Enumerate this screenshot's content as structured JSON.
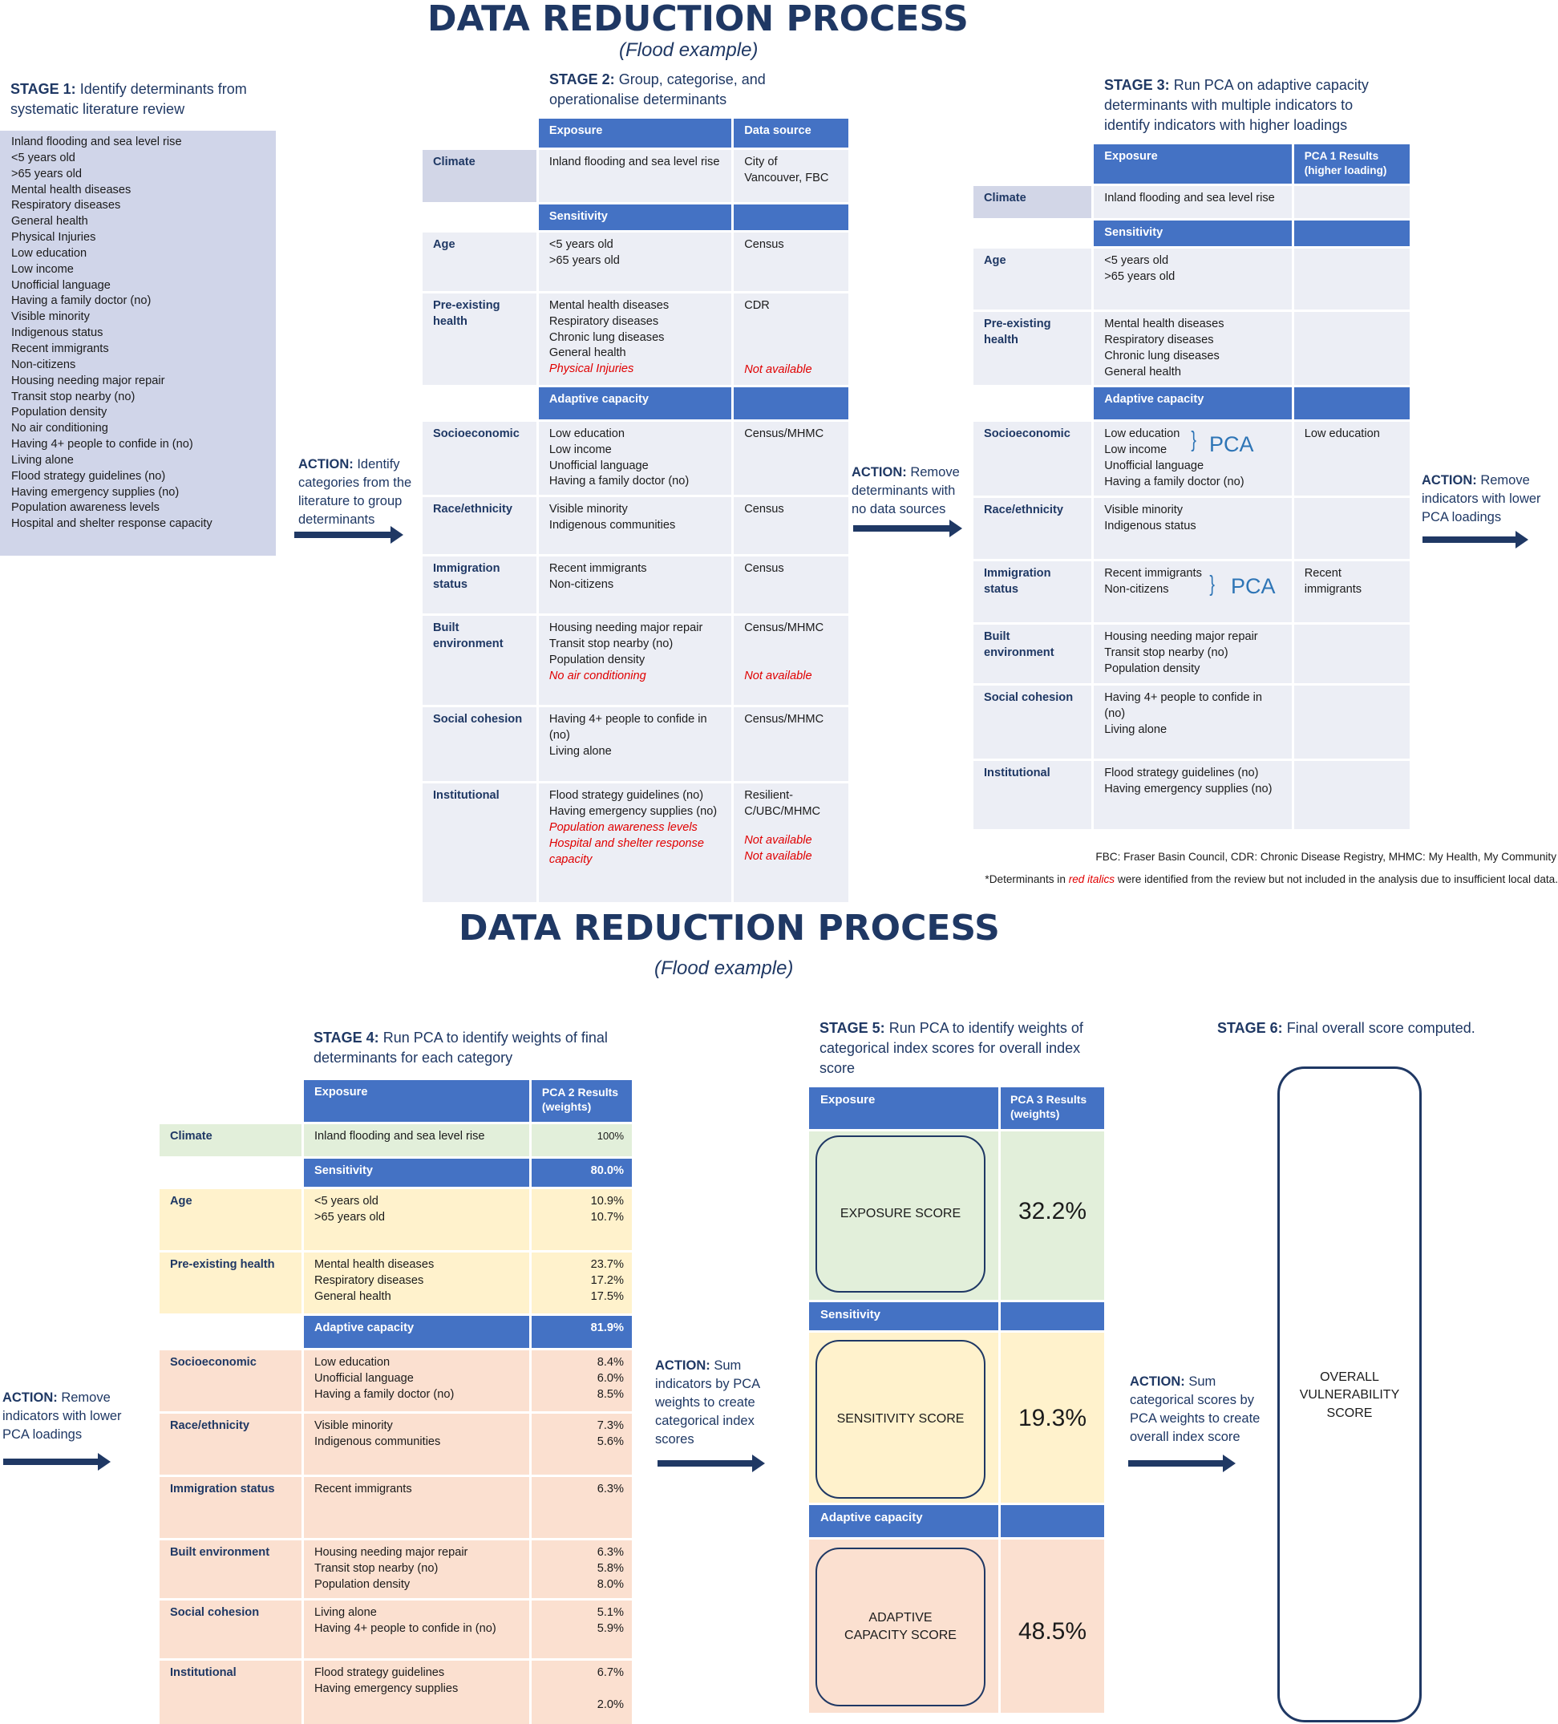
{
  "top": {
    "title": "DATA REDUCTION PROCESS",
    "subtitle": "(Flood example)",
    "stage1": {
      "label": "STAGE 1:",
      "text": "Identify determinants from systematic literature review"
    },
    "stage1_list": [
      "Inland flooding and sea level rise",
      "<5 years old",
      ">65 years old",
      "Mental health diseases",
      "Respiratory diseases",
      "General health",
      "Physical Injuries",
      "Low education",
      "Low income",
      "Unofficial language",
      "Having a family doctor (no)",
      "Visible minority",
      "Indigenous status",
      "Recent immigrants",
      "Non-citizens",
      "Housing needing major repair",
      "Transit stop nearby (no)",
      "Population density",
      "No air conditioning",
      "Having 4+ people to confide in (no)",
      "Living alone",
      "Flood strategy guidelines (no)",
      "Having emergency supplies (no)",
      "Population awareness levels",
      "Hospital and shelter response capacity"
    ],
    "action1": {
      "label": "ACTION:",
      "text": "Identify categories from the literature to group determinants"
    },
    "stage2": {
      "label": "STAGE 2:",
      "text": "Group, categorise, and operationalise determinants"
    },
    "action2": {
      "label": "ACTION:",
      "text": "Remove determinants with no data sources"
    },
    "stage3": {
      "label": "STAGE 3:",
      "text": "Run PCA on adaptive capacity determinants with multiple indicators to identify indicators with higher loadings"
    },
    "action3": {
      "label": "ACTION:",
      "text": "Remove indicators with lower PCA loadings"
    },
    "pca_label": "PCA",
    "footnote_abbrev": "FBC: Fraser Basin Council, CDR: Chronic Disease Registry, MHMC: My Health, My Community",
    "footnote_pre": "*Determinants in",
    "footnote_red": "red italics",
    "footnote_post": "were identified from the review but not included in the analysis due to insufficient local data."
  },
  "headers": {
    "exposure": "Exposure",
    "sensitivity": "Sensitivity",
    "adaptive": "Adaptive capacity",
    "data_source": "Data source",
    "pca1": "PCA 1 Results (higher loading)",
    "pca2": "PCA 2 Results (weights)",
    "pca3": "PCA 3 Results (weights)"
  },
  "categories": {
    "climate": "Climate",
    "age": "Age",
    "health": "Pre-existing health",
    "socio": "Socioeconomic",
    "race": "Race/ethnicity",
    "immig": "Immigration status",
    "built": "Built environment",
    "social": "Social cohesion",
    "inst": "Institutional"
  },
  "stage2_table": {
    "climate": {
      "items": "Inland flooding and sea level rise",
      "source": "City of Vancouver, FBC"
    },
    "age": {
      "items": [
        "<5 years old",
        ">65 years old"
      ],
      "source": "Census"
    },
    "health": {
      "items": [
        "Mental health diseases",
        "Respiratory diseases",
        "Chronic lung diseases",
        "General health"
      ],
      "red": "Physical Injuries",
      "source": "CDR",
      "red_source": "Not available"
    },
    "socio": {
      "items": [
        "Low education",
        "Low income",
        "Unofficial language",
        "Having a family doctor (no)"
      ],
      "source": "Census/MHMC"
    },
    "race": {
      "items": [
        "Visible minority",
        "Indigenous communities"
      ],
      "source": "Census"
    },
    "immig": {
      "items": [
        "Recent immigrants",
        "Non-citizens"
      ],
      "source": "Census"
    },
    "built": {
      "items": [
        "Housing needing major repair",
        "Transit stop nearby (no)",
        "Population density"
      ],
      "red": "No air conditioning",
      "source": "Census/MHMC",
      "red_source": "Not available"
    },
    "social": {
      "items": [
        "Having 4+ people to confide in (no)",
        "Living alone"
      ],
      "source": "Census/MHMC"
    },
    "inst": {
      "items": [
        "Flood strategy guidelines (no)",
        "Having emergency supplies (no)"
      ],
      "red": [
        "Population awareness levels",
        "Hospital and shelter response capacity"
      ],
      "source": "Resilient-C/UBC/MHMC",
      "red_source": "Not available"
    }
  },
  "stage3_table": {
    "climate": "Inland flooding and sea level rise",
    "age": [
      "<5 years old",
      ">65 years old"
    ],
    "health": [
      "Mental health diseases",
      "Respiratory diseases",
      "Chronic lung diseases",
      "General health"
    ],
    "socio": [
      "Low education",
      "Low income",
      "Unofficial language",
      "Having a family doctor (no)"
    ],
    "socio_result": "Low education",
    "race": [
      "Visible minority",
      "Indigenous status"
    ],
    "immig": [
      "Recent immigrants",
      "Non-citizens"
    ],
    "immig_result": "Recent immigrants",
    "built": [
      "Housing needing major repair",
      "Transit stop nearby (no)",
      "Population density"
    ],
    "social": [
      "Having 4+ people to confide in (no)",
      "Living alone"
    ],
    "inst": [
      "Flood strategy guidelines (no)",
      "Having emergency supplies (no)"
    ]
  },
  "bottom": {
    "title": "DATA REDUCTION PROCESS",
    "subtitle": "(Flood example)",
    "stage4": {
      "label": "STAGE 4:",
      "text": "Run PCA to identify weights of final determinants for each category"
    },
    "action4": {
      "label": "ACTION:",
      "text": "Remove indicators with lower PCA loadings"
    },
    "action5": {
      "label": "ACTION:",
      "text": "Sum indicators by PCA weights to create categorical index scores"
    },
    "stage5": {
      "label": "STAGE 5:",
      "text": "Run PCA to identify weights of categorical index scores for overall index score"
    },
    "action6": {
      "label": "ACTION:",
      "text": "Sum categorical scores by PCA weights to create overall index score"
    },
    "stage6": {
      "label": "STAGE 6:",
      "text": "Final overall score computed."
    },
    "overall": "OVERALL VULNERABILITY SCORE"
  },
  "stage4_table": {
    "climate": {
      "items": [
        "Inland flooding and sea level rise"
      ],
      "w": [
        "100%"
      ]
    },
    "sens_total": "80.0%",
    "age": {
      "items": [
        "<5 years old",
        ">65 years old"
      ],
      "w": [
        "10.9%",
        "10.7%"
      ]
    },
    "health": {
      "items": [
        "Mental health diseases",
        "Respiratory diseases",
        "General health"
      ],
      "w": [
        "23.7%",
        "17.2%",
        "17.5%"
      ]
    },
    "adapt_total": "81.9%",
    "socio": {
      "items": [
        "Low education",
        "Unofficial language",
        "Having a family doctor (no)"
      ],
      "w": [
        "8.4%",
        "6.0%",
        "8.5%"
      ]
    },
    "race": {
      "items": [
        "Visible minority",
        "Indigenous communities"
      ],
      "w": [
        "7.3%",
        "5.6%"
      ]
    },
    "immig": {
      "items": [
        "Recent immigrants"
      ],
      "w": [
        "6.3%"
      ]
    },
    "built": {
      "items": [
        "Housing needing major repair",
        "Transit stop nearby (no)",
        "Population density"
      ],
      "w": [
        "6.3%",
        "5.8%",
        "8.0%"
      ]
    },
    "social": {
      "items": [
        "Living alone",
        "Having 4+ people to confide in (no)"
      ],
      "w": [
        "5.1%",
        "5.9%"
      ]
    },
    "inst": {
      "items": [
        "Flood strategy guidelines",
        "Having emergency supplies"
      ],
      "w": [
        "6.7%",
        "2.0%"
      ]
    }
  },
  "stage5": {
    "exposure_score": "EXPOSURE SCORE",
    "exposure_w": "32.2%",
    "sensitivity_score": "SENSITIVITY SCORE",
    "sensitivity_w": "19.3%",
    "adaptive_score": "ADAPTIVE CAPACITY SCORE",
    "adaptive_w": "48.5%"
  },
  "colors": {
    "navy": "#1f3864",
    "header_blue": "#4472c4",
    "pca_blue": "#2e75b6",
    "red": "#e00000",
    "exposure": "#e2efda",
    "sensitivity": "#fff2cc",
    "adaptive": "#fbe0d0"
  }
}
